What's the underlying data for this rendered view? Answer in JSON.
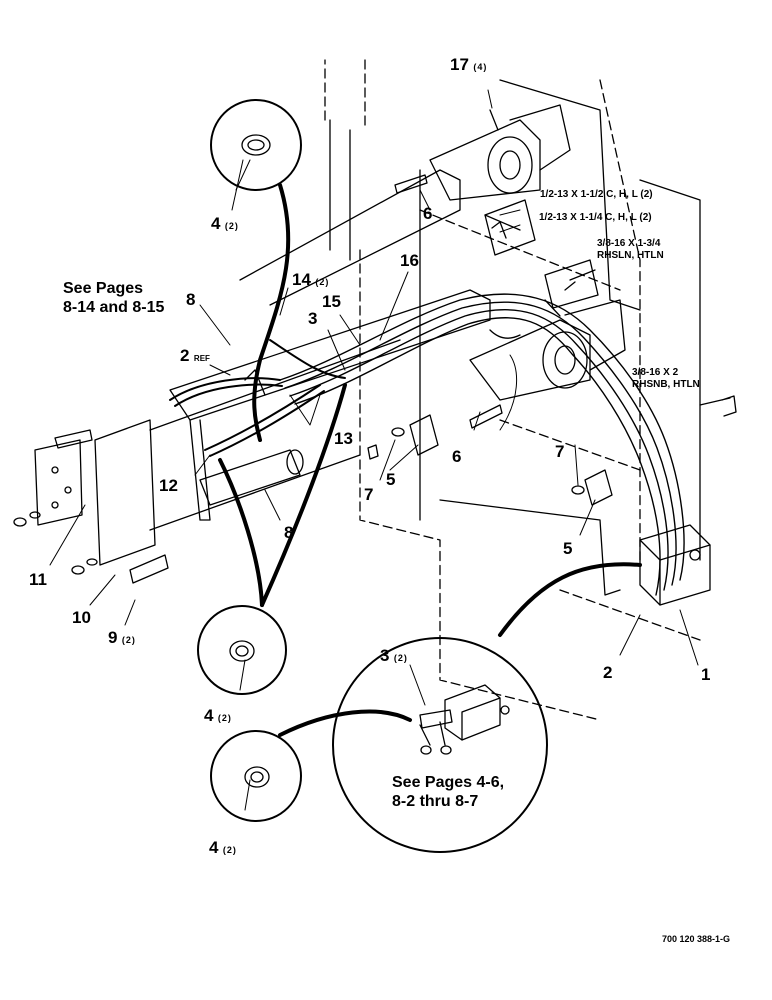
{
  "callouts": {
    "c17": {
      "num": "17",
      "qty": "(4)"
    },
    "c4a": {
      "num": "4",
      "qty": "(2)"
    },
    "c6a": {
      "num": "6"
    },
    "c14": {
      "num": "14",
      "qty": "(2)"
    },
    "c16": {
      "num": "16"
    },
    "c8a": {
      "num": "8"
    },
    "c15": {
      "num": "15"
    },
    "c3a": {
      "num": "3"
    },
    "c2a": {
      "num": "2",
      "ref": "REF"
    },
    "c13": {
      "num": "13"
    },
    "c6b": {
      "num": "6"
    },
    "c7a": {
      "num": "7"
    },
    "c5a": {
      "num": "5"
    },
    "c7b": {
      "num": "7"
    },
    "c5b": {
      "num": "5"
    },
    "c12": {
      "num": "12"
    },
    "c8b": {
      "num": "8"
    },
    "c11": {
      "num": "11"
    },
    "c10": {
      "num": "10"
    },
    "c9": {
      "num": "9",
      "qty": "(2)"
    },
    "c2b": {
      "num": "2"
    },
    "c1": {
      "num": "1"
    },
    "c3b": {
      "num": "3",
      "qty": "(2)"
    },
    "c4b": {
      "num": "4",
      "qty": "(2)"
    },
    "c4c": {
      "num": "4",
      "qty": "(2)"
    }
  },
  "notes": {
    "see_pages_1_line1": "See Pages",
    "see_pages_1_line2": "8-14 and 8-15",
    "see_pages_2_line1": "See Pages 4-6,",
    "see_pages_2_line2": "8-2 thru 8-7"
  },
  "specs": {
    "bolt_1": "1/2-13 X 1-1/2 C, H, L (2)",
    "bolt_2": "1/2-13 X 1-1/4 C, H, L (2)",
    "bolt_3_line1": "3/8-16 X 1-3/4",
    "bolt_3_line2": "RHSLN, HTLN",
    "bolt_4_line1": "3/8-16 X 2",
    "bolt_4_line2": "RHSNB, HTLN"
  },
  "figure_number": "700 120 388-1-G"
}
